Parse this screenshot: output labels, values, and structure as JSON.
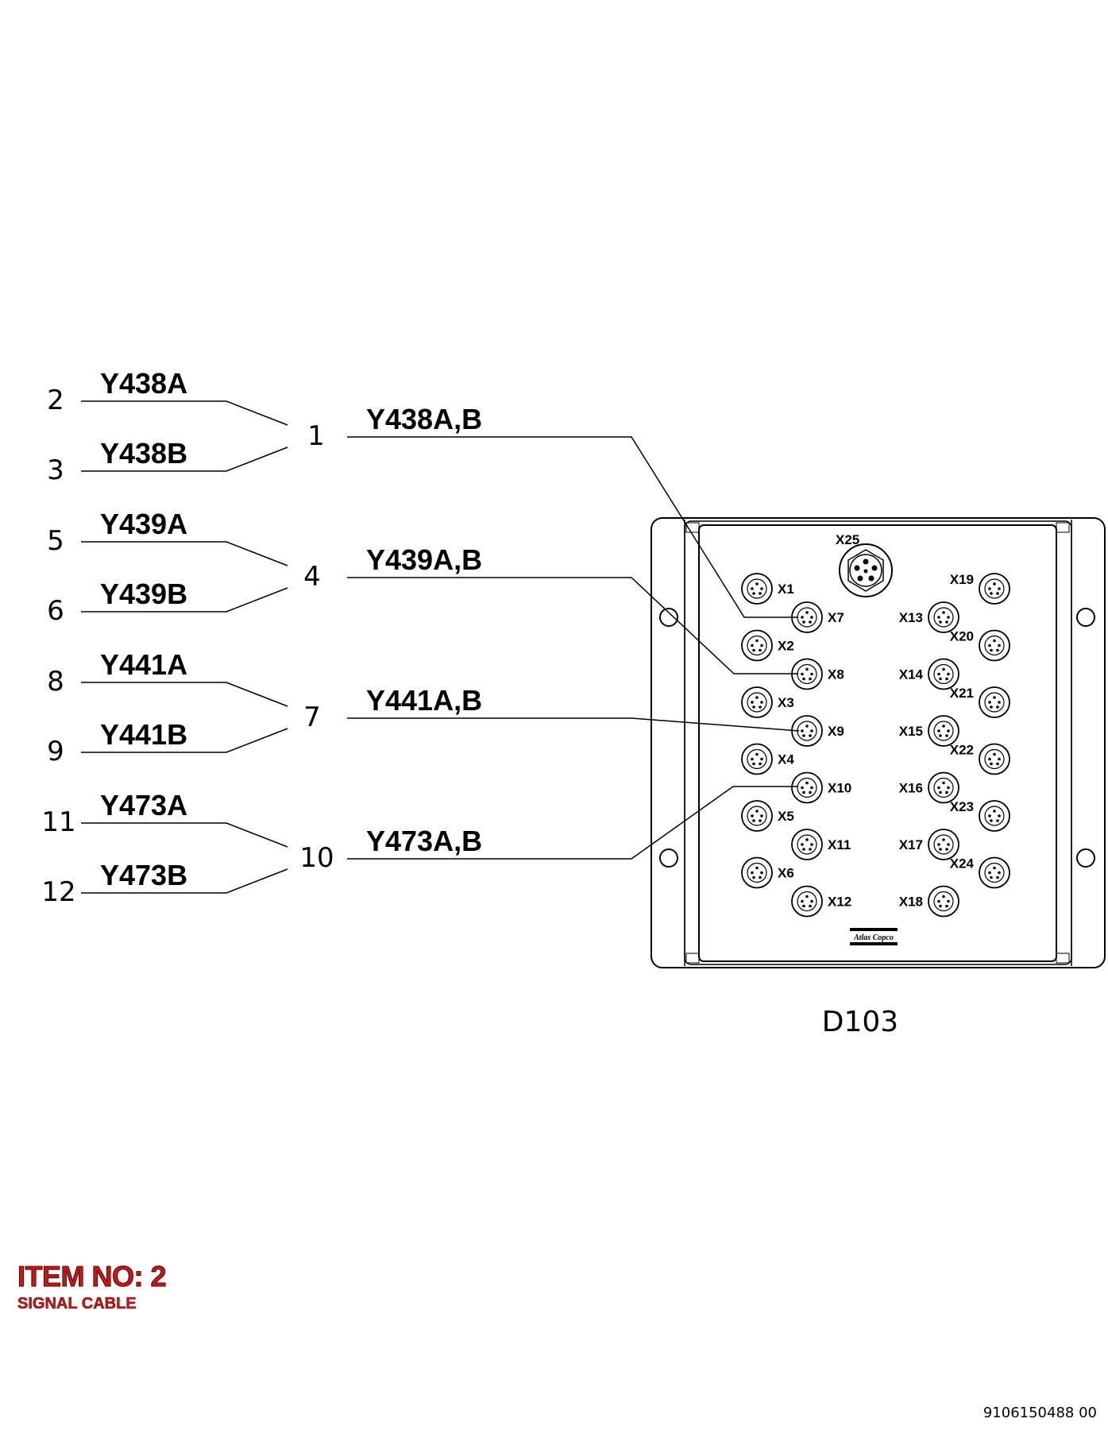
{
  "groups": [
    {
      "num_a": "2",
      "label_a": "Y438A",
      "num_b": "3",
      "label_b": "Y438B",
      "num_main": "1",
      "label_main": "Y438A,B"
    },
    {
      "num_a": "5",
      "label_a": "Y439A",
      "num_b": "6",
      "label_b": "Y439B",
      "num_main": "4",
      "label_main": "Y439A,B"
    },
    {
      "num_a": "8",
      "label_a": "Y441A",
      "num_b": "9",
      "label_b": "Y441B",
      "num_main": "7",
      "label_main": "Y441A,B"
    },
    {
      "num_a": "11",
      "label_a": "Y473A",
      "num_b": "12",
      "label_b": "Y473B",
      "num_main": "10",
      "label_main": "Y473A,B"
    }
  ],
  "device": {
    "name": "D103",
    "main_connector": "X25",
    "ports": [
      "X1",
      "X2",
      "X3",
      "X4",
      "X5",
      "X6",
      "X7",
      "X8",
      "X9",
      "X10",
      "X11",
      "X12",
      "X13",
      "X14",
      "X15",
      "X16",
      "X17",
      "X18",
      "X19",
      "X20",
      "X21",
      "X22",
      "X23",
      "X24"
    ]
  },
  "logo": "Atlas Copco",
  "item": {
    "title": "ITEM NO: 2",
    "subtitle": "SIGNAL CABLE"
  },
  "document_number": "9106150488 00"
}
